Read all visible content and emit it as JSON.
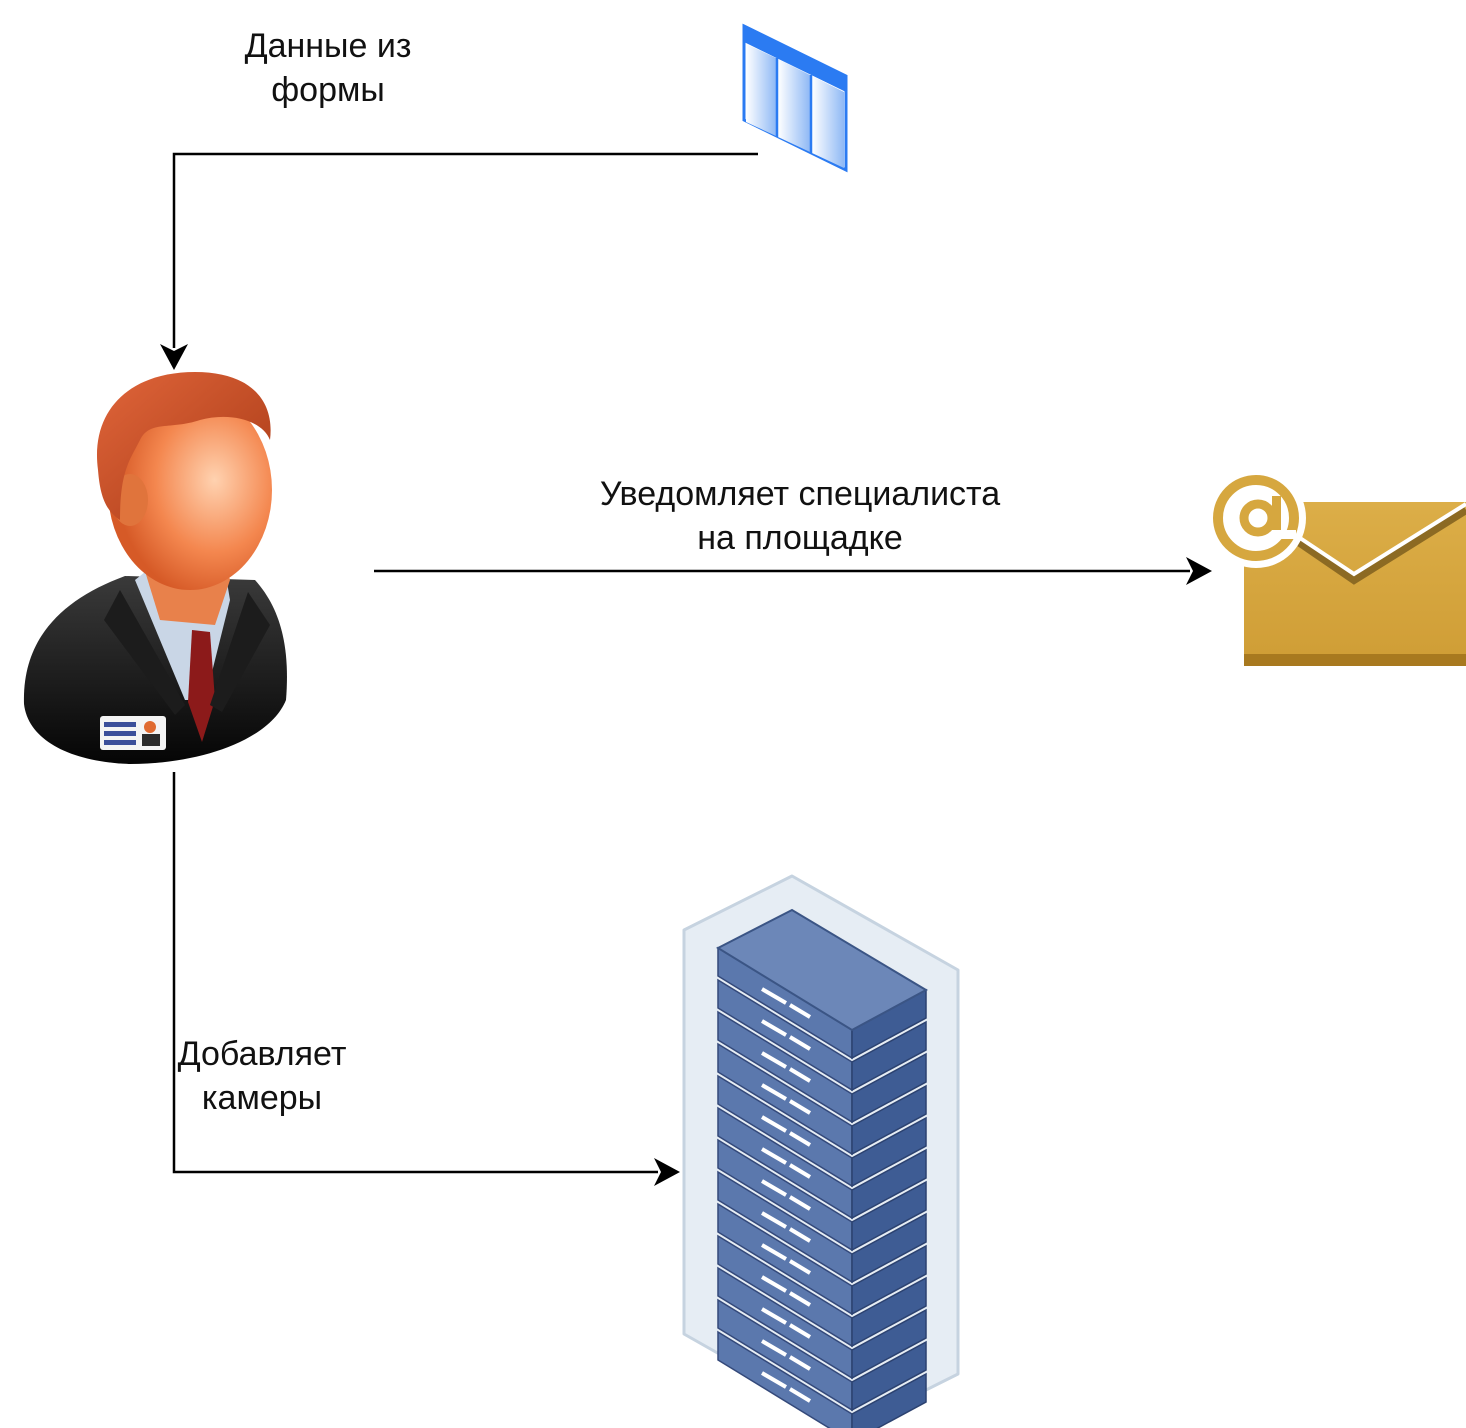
{
  "diagram": {
    "labels": {
      "form_data": [
        "Данные из",
        "формы"
      ],
      "notify_specialist": [
        "Уведомляет специалиста",
        "на площадке"
      ],
      "add_cameras": [
        "Добавляет",
        "камеры"
      ]
    },
    "nodes": [
      {
        "id": "form",
        "icon": "form-table-icon"
      },
      {
        "id": "operator",
        "icon": "operator-person-icon"
      },
      {
        "id": "email",
        "icon": "email-envelope-icon"
      },
      {
        "id": "server",
        "icon": "server-rack-icon"
      }
    ],
    "edges": [
      {
        "from": "form",
        "to": "operator",
        "label_key": "form_data"
      },
      {
        "from": "operator",
        "to": "email",
        "label_key": "notify_specialist"
      },
      {
        "from": "operator",
        "to": "server",
        "label_key": "add_cameras"
      }
    ],
    "colors": {
      "line": "#000000",
      "form_blue": "#2b7bf2",
      "email_gold": "#d6a73f",
      "server_blue": "#4d6fa8",
      "hair": "#c84a1c",
      "suit": "#111111"
    }
  }
}
